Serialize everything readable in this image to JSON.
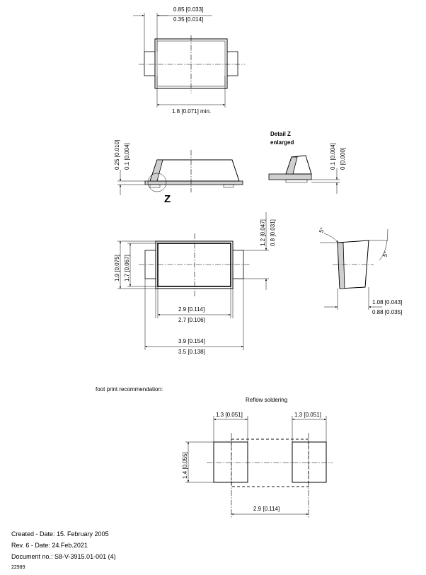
{
  "top_view": {
    "dim_top_upper": "0.85 [0.033]",
    "dim_top_lower": "0.35 [0.014]",
    "dim_bottom": "1.8 [0.071] min."
  },
  "side_view": {
    "dim_left_upper": "0.25 [0.010]",
    "dim_left_lower": "0.1 [0.004]",
    "detail_label": "Z"
  },
  "detail_z": {
    "title_line1": "Detail Z",
    "title_line2": "enlarged",
    "dim_upper": "0.1 [0.004]",
    "dim_lower": "0 [0.000]"
  },
  "plan_view": {
    "dim_height_outer": "1.9 [0.075]",
    "dim_height_inner": "1.7 [0.067]",
    "dim_lead_upper": "1.2 [0.047]",
    "dim_lead_lower": "0.8 [0.031]",
    "dim_body_upper": "2.9 [0.114]",
    "dim_body_lower": "2.7 [0.106]",
    "dim_total_upper": "3.9 [0.154]",
    "dim_total_lower": "3.5 [0.138]"
  },
  "end_view": {
    "angle_top": "5°",
    "angle_right": "5°",
    "dim_upper": "1.08 [0.043]",
    "dim_lower": "0.88 [0.035]"
  },
  "footprint": {
    "heading": "foot print recommendation:",
    "subheading": "Reflow soldering",
    "pad_width_left": "1.3 [0.051]",
    "pad_width_right": "1.3 [0.051]",
    "pad_height": "1.4 [0.055]",
    "pitch": "2.9 [0.114]"
  },
  "footer": {
    "created": "Created - Date: 15. February 2005",
    "revision": "Rev. 6 - Date: 24.Feb.2021",
    "document": "Document no.: S8-V-3915.01-001 (4)",
    "number": "22989"
  }
}
